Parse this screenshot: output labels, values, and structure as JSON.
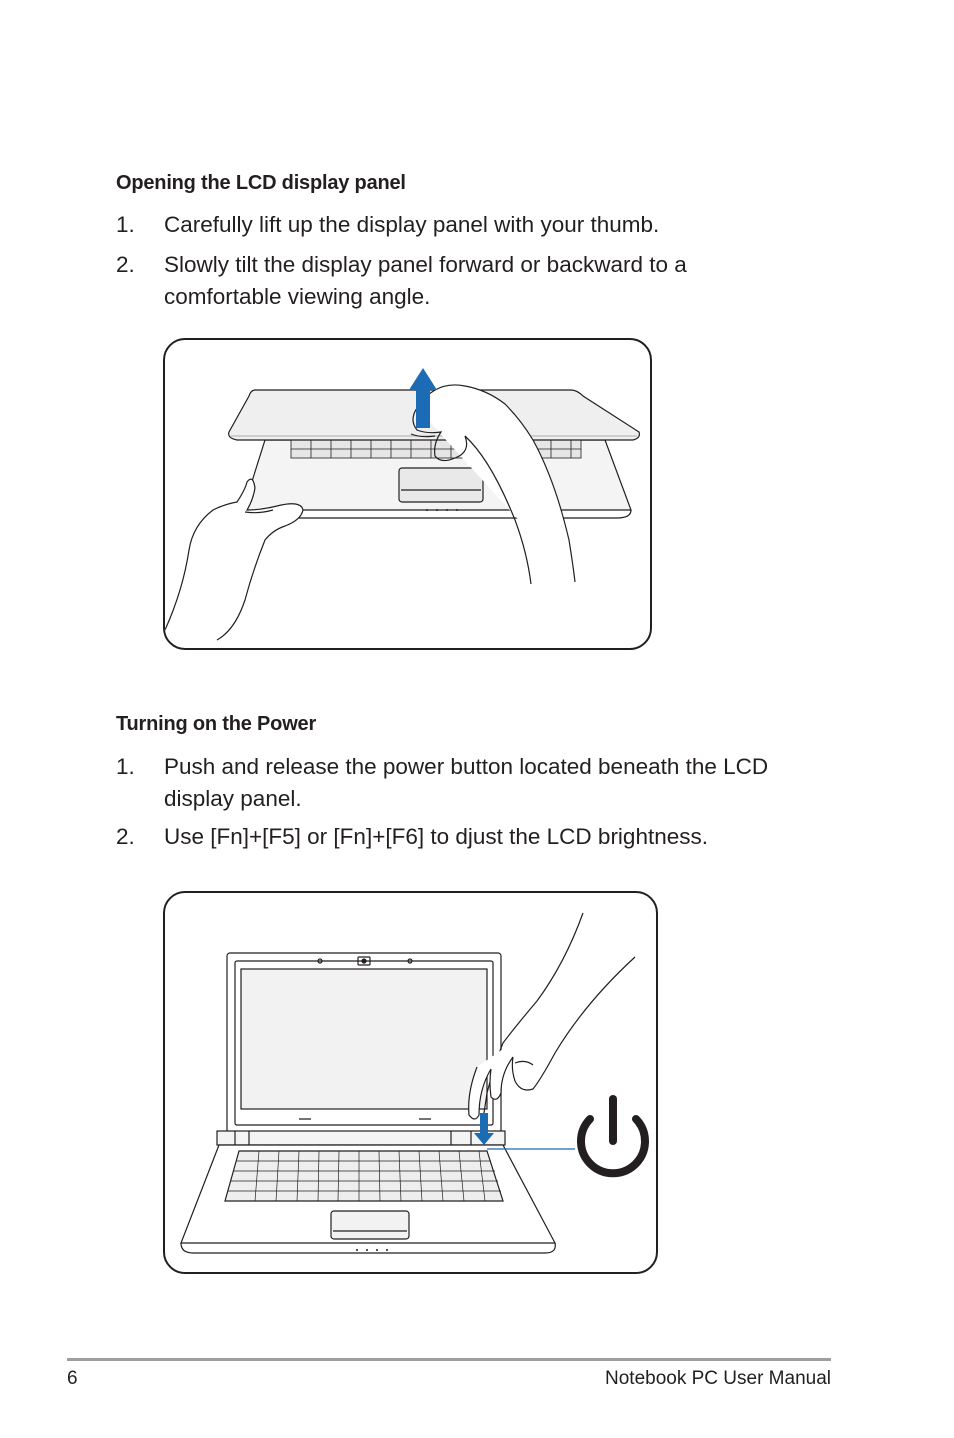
{
  "section1": {
    "heading": "Opening the LCD display panel",
    "steps": [
      {
        "num": "1.",
        "text": "Carefully lift up the display panel with your thumb."
      },
      {
        "num": "2.",
        "text": "Slowly tilt the display panel forward or backward to a comfortable viewing angle."
      }
    ]
  },
  "section2": {
    "heading": "Turning on the Power",
    "steps": [
      {
        "num": "1.",
        "text": "Push and release the power button located beneath the LCD display panel."
      },
      {
        "num": "2.",
        "text": "Use [Fn]+[F5] or [Fn]+[F6] to djust the LCD brightness."
      }
    ]
  },
  "footer": {
    "page_number": "6",
    "manual_title": "Notebook PC User Manual"
  },
  "colors": {
    "arrow": "#1b6bb5",
    "rule": "#9d9fa2",
    "text": "#231f20"
  },
  "icons": {
    "lift_arrow": "up-arrow-icon",
    "press_arrow": "down-arrow-icon",
    "power": "power-icon"
  }
}
